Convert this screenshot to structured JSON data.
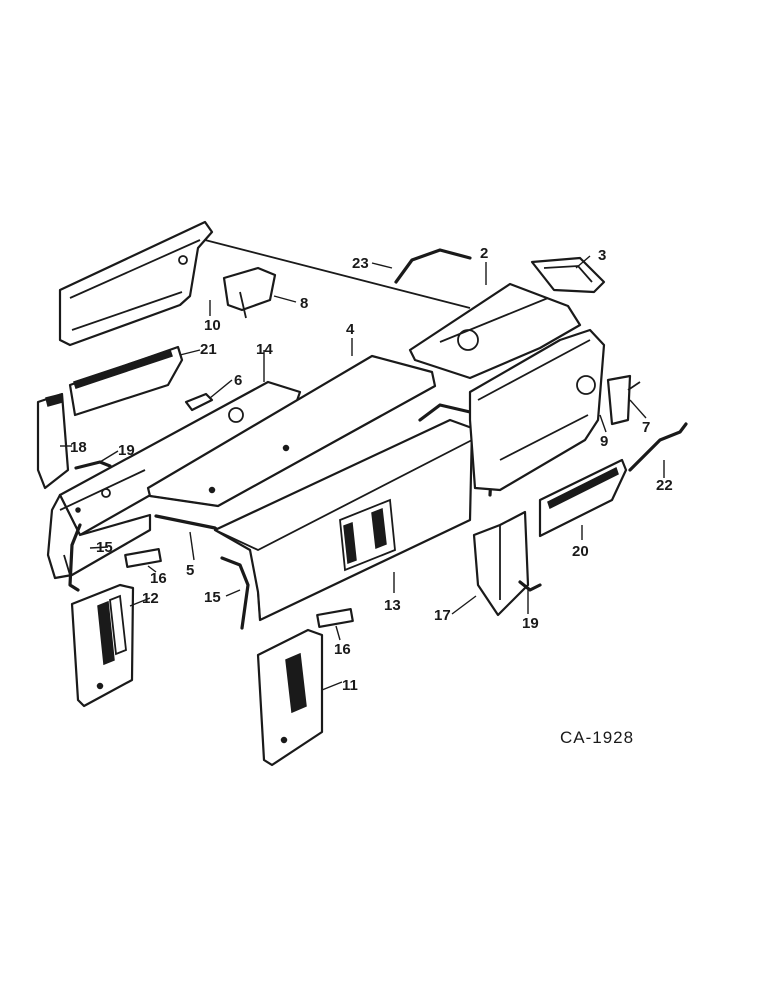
{
  "diagram": {
    "drawing_number": "CA-1928",
    "callouts": {
      "c2": "2",
      "c3": "3",
      "c4": "4",
      "c5": "5",
      "c6": "6",
      "c7": "7",
      "c8": "8",
      "c9": "9",
      "c10": "10",
      "c11": "11",
      "c12": "12",
      "c13": "13",
      "c14": "14",
      "c15a": "15",
      "c15b": "15",
      "c16a": "16",
      "c16b": "16",
      "c17": "17",
      "c18": "18",
      "c19a": "19",
      "c19b": "19",
      "c20": "20",
      "c21": "21",
      "c22": "22",
      "c23": "23"
    }
  }
}
